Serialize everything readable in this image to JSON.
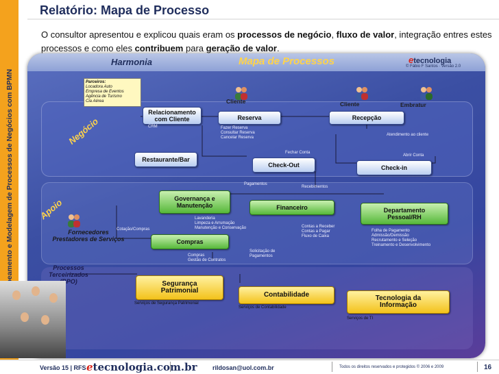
{
  "sidebar": {
    "text": "Mapeamento e Modelagem de Processos de Negócios com BPMN"
  },
  "header": {
    "title": "Relatório:  Mapa de Processo"
  },
  "intro": {
    "p1": "O consultor apresentou e explicou quais eram os ",
    "b1": "processos de negócio",
    "p2": ", ",
    "b2": "fluxo de valor",
    "p3": ", integração entres estes processos e como eles ",
    "b3": "contribuem",
    "p4": " para ",
    "b4": "geração de valor",
    "p5": "."
  },
  "diagram": {
    "harmonia": "Harmonia",
    "title": "Mapa de Processos",
    "brand": "tecnologia",
    "brand_e": "e",
    "copyright": "© Fábio F Santos · versão 2.0",
    "bands": {
      "negocio": "Negócio",
      "apoio": "Apoio"
    },
    "parceiros": {
      "title": "Parceiros:",
      "items": [
        "Locadora Auto",
        "Empresa de Eventos",
        "Agência de Turismo",
        "Cia Aérea"
      ]
    },
    "actors": {
      "cliente1": "Cliente",
      "cliente2": "Cliente",
      "embratur": "Embratur",
      "fornecedores": "Fornecedores\nPrestadores de Serviços",
      "terceirizados": "Processos\nTerceirizados\n(BPO)"
    },
    "boxes": {
      "relacionamento": "Relacionamento\ncom Cliente",
      "reserva": "Reserva",
      "recepcao": "Recepção",
      "restaurante": "Restaurante/Bar",
      "checkout": "Check-Out",
      "checkin": "Check-in",
      "governanca": "Governança e\nManutenção",
      "financeiro": "Financeiro",
      "departamento": "Departamento\nPessoal/RH",
      "compras": "Compras",
      "seguranca": "Segurança\nPatrimonial",
      "contabilidade": "Contabilidade",
      "ti": "Tecnologia da\nInformação"
    },
    "notes": {
      "crm": "CRM",
      "reserva_ops": "Fazer Reserva\nConsultar Reserva\nCancelar Reserva",
      "atendimento": "Atendimento ao cliente",
      "fechar": "Fechar Conta",
      "abrir": "Abrir Conta",
      "pagamentos": "Pagamentos",
      "recebimentos": "Recebimentos",
      "lavanderia": "Lavanderia\nLimpeza e Arrumação\nManutenção e Conservação",
      "cotacao": "Cotação/Compras",
      "contas": "Contas a Receber\nContas a Pagar\nFluxo de Caixa",
      "rh": "Folha de Pagamento\nAdmissão/Demissão\nRecrutamento e Seleção\nTreinamento e Desenvolvimento",
      "solicitacao": "Solicitação de\nPagamentos",
      "gestao": "Compras\nGestão de Contratos",
      "seg_serv": "Serviços de Segurança Patrimonial",
      "cont_serv": "Serviços de Contabilidade",
      "ti_serv": "Serviços de TI"
    }
  },
  "footer": {
    "version": "Versão 15 | RFS",
    "logo_e": "e",
    "logo": "tecnologia.com.br",
    "email": "rildosan@uol.com.br",
    "copyright": "Todos os direitos reservados e protegidos © 2006 e 2009",
    "page": "16"
  },
  "colors": {
    "sidebar": "#f4a21d",
    "title": "#1f2d5c",
    "diagram_bg": "#3b4fa3",
    "green": "#56b83a",
    "yellow": "#f3c21b"
  }
}
